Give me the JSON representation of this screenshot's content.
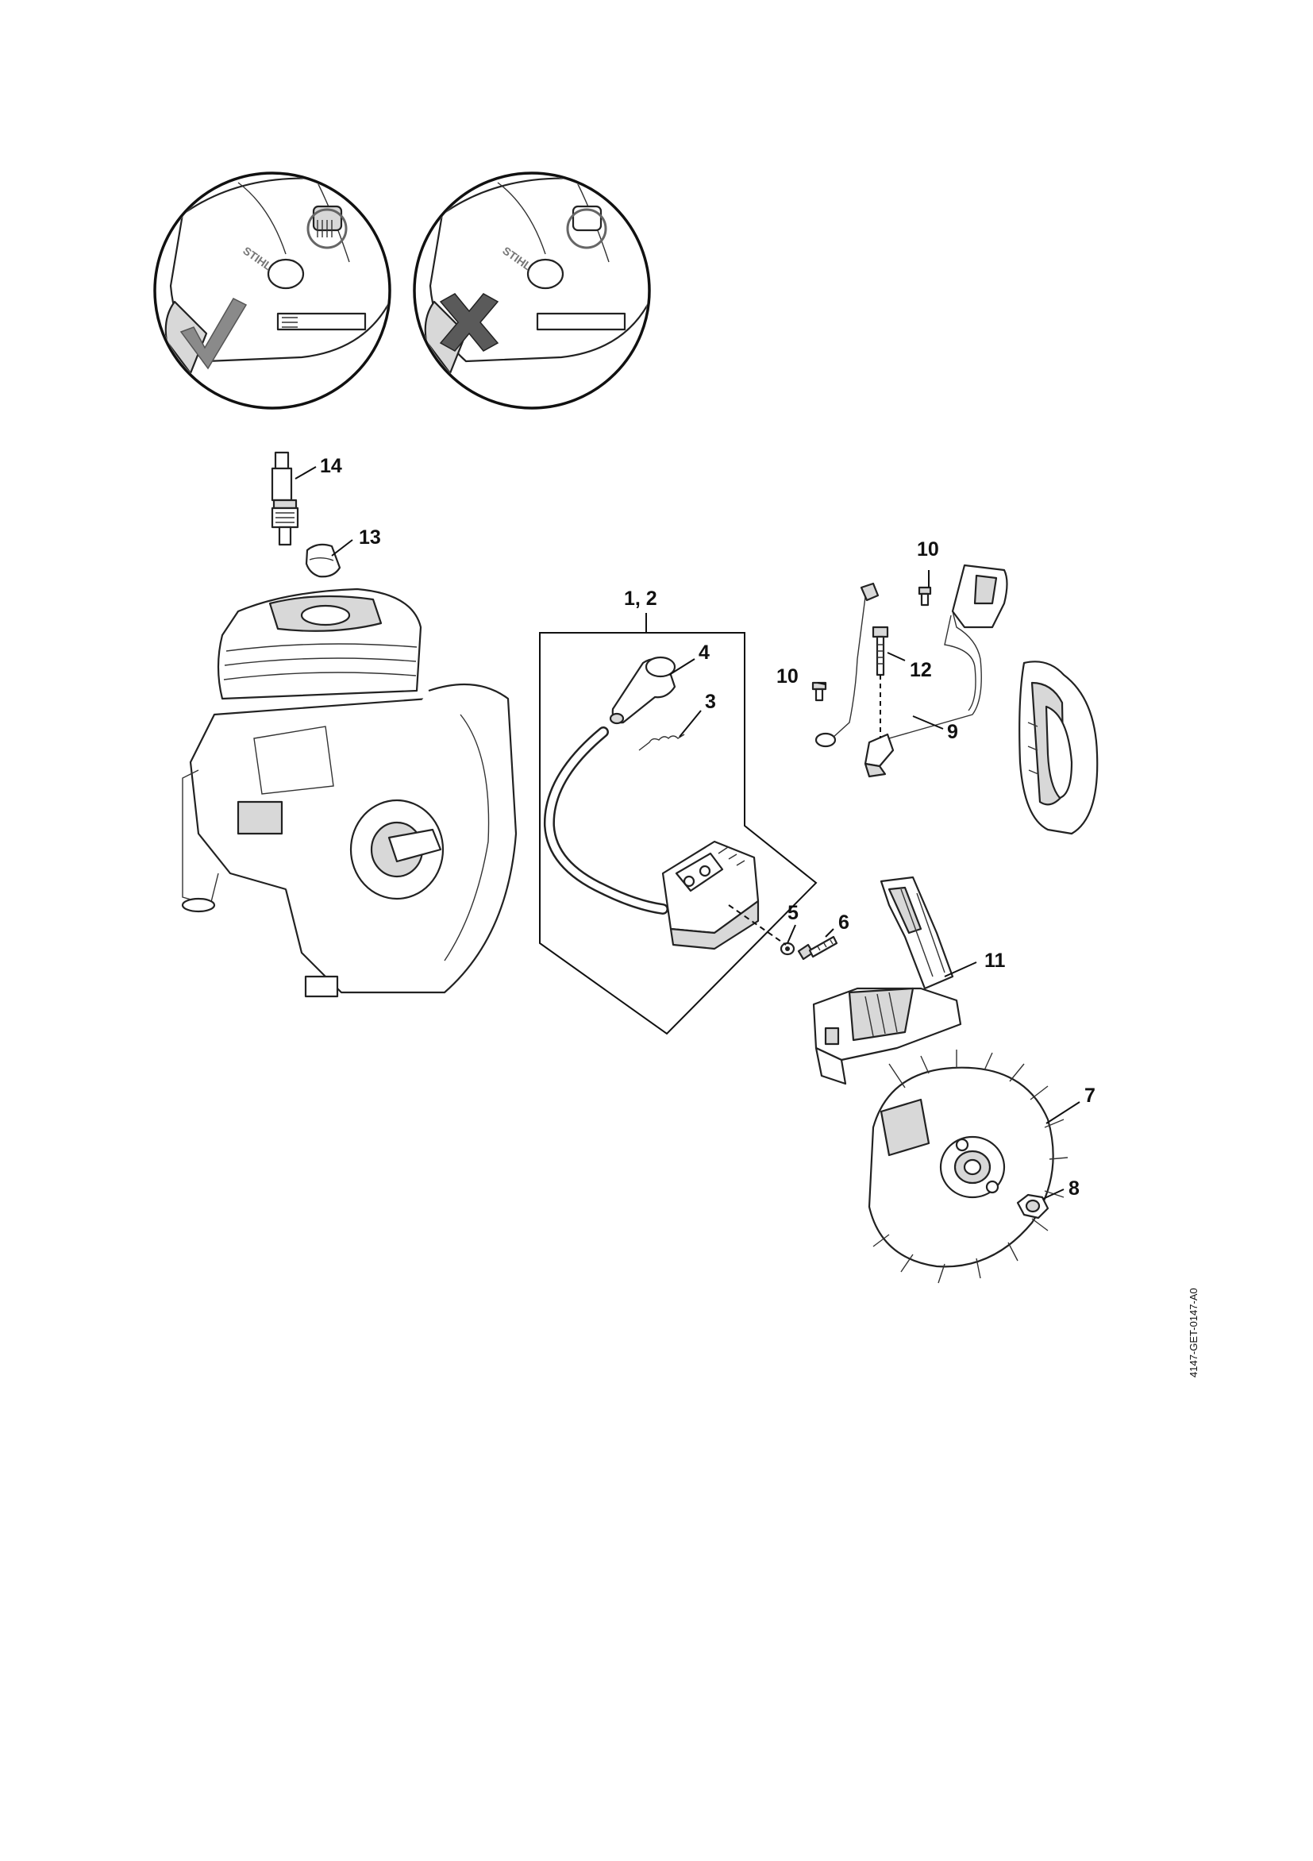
{
  "callouts": [
    {
      "id": "c14",
      "text": "14"
    },
    {
      "id": "c13",
      "text": "13"
    },
    {
      "id": "c12a",
      "text": "1, 2"
    },
    {
      "id": "c4",
      "text": "4"
    },
    {
      "id": "c3",
      "text": "3"
    },
    {
      "id": "c10a",
      "text": "10"
    },
    {
      "id": "c10b",
      "text": "10"
    },
    {
      "id": "c12",
      "text": "12"
    },
    {
      "id": "c9",
      "text": "9"
    },
    {
      "id": "c5",
      "text": "5"
    },
    {
      "id": "c6",
      "text": "6"
    },
    {
      "id": "c11",
      "text": "11"
    },
    {
      "id": "c7",
      "text": "7"
    },
    {
      "id": "c8",
      "text": "8"
    }
  ],
  "inset": {
    "left_brand": "STIHL",
    "right_brand": "STIHL",
    "left_mark": "check-mark",
    "right_mark": "cross-mark"
  },
  "document_id": "4147-GET-0147-A0",
  "colors": {
    "ink": "#111111",
    "mark_fill": "#8a8a8a",
    "part_shade": "#d8d8d8"
  }
}
